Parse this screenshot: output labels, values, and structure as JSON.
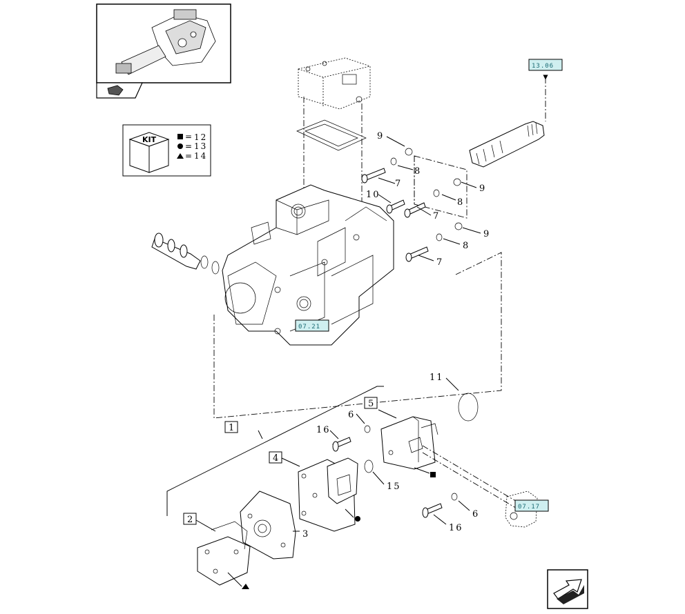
{
  "kit_legend": {
    "title": "KIT",
    "rows": [
      {
        "symbol": "square",
        "value": "12"
      },
      {
        "symbol": "circle",
        "value": "13"
      },
      {
        "symbol": "triangle",
        "value": "14"
      }
    ]
  },
  "references": {
    "shaft_ref": "13.06",
    "housing_ref": "07.21",
    "gear_ref": "07.17"
  },
  "callouts": {
    "c9a": "9",
    "c8a": "8",
    "c7a": "7",
    "c10": "10",
    "c7b": "7",
    "c9b": "9",
    "c8b": "8",
    "c9c": "9",
    "c8c": "8",
    "c7c": "7",
    "c11": "11",
    "c5": "5",
    "c6a": "6",
    "c16a": "16",
    "c1": "1",
    "c4": "4",
    "c15": "15",
    "c2": "2",
    "c3": "3",
    "c6b": "6",
    "c16b": "16"
  }
}
